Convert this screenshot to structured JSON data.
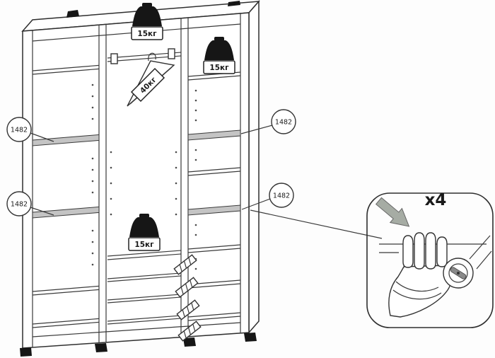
{
  "weights": {
    "top": "15кг",
    "right": "15кг",
    "hanger": "40кг",
    "drawers": "15кг"
  },
  "callouts": {
    "left_upper": "1482",
    "left_lower": "1482",
    "right_upper": "1482",
    "right_lower": "1482"
  },
  "inset": {
    "quantity_label": "x4"
  },
  "colors": {
    "line": "#3a3a3a",
    "shelf_fill": "#c4c4c4",
    "weight_fill": "#161616",
    "arrow_fill": "#a6aca4",
    "background": "#fdfdfd"
  }
}
